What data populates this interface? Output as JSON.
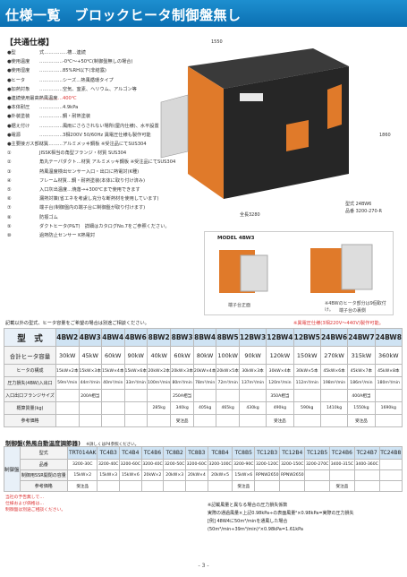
{
  "header": {
    "title": "仕様一覧　ブロックヒータ制御盤無し"
  },
  "specs": {
    "heading": "【共通仕様】",
    "items": [
      {
        "label": "●型",
        "value": "式……………槽…連続",
        "red": false
      },
      {
        "label": "●使用温度",
        "value": "……………-0℃～+50℃(制御盤無しの場合)",
        "red": false
      },
      {
        "label": "●使用湿度",
        "value": "……………85%RH以下(非結露)",
        "red": false
      },
      {
        "label": "●ヒータ",
        "value": "……………シーズ…熱風循環タイプ",
        "red": false
      },
      {
        "label": "●加熱対象",
        "value": "……………空気、窒素、ヘリウム、アルゴン等",
        "red": false
      },
      {
        "label": "●連続使用最高熱風温度",
        "value": "……………400℃",
        "red": true
      },
      {
        "label": "●本体耐圧",
        "value": "……………4.9kPa",
        "red": false
      },
      {
        "label": "●外装塗装",
        "value": "……………鋼・耐熱塗装",
        "red": false
      },
      {
        "label": "●据え付け",
        "value": "……………風雨にさらされない場所(屋内仕様)、水平設置",
        "red": false
      },
      {
        "label": "●電源",
        "value": "……………3相200V 50/60Hz 異電圧仕様も製作可能",
        "red": false
      },
      {
        "label": "●主要接ガス部材質",
        "value": "……………アルミメッキ鋼板 ※受注品にてSUS304",
        "red": false
      },
      {
        "label": "①",
        "value": "JISSK相当の角型フランジ・材質 SUS304",
        "red": false
      },
      {
        "label": "②",
        "value": "角丸テーパダクト…材質 アルミメッキ鋼板 ※受注品にてSUS304",
        "red": false
      },
      {
        "label": "③",
        "value": "熱風温度検出センサー入口・出口に熱電対(K種)",
        "red": false
      },
      {
        "label": "④",
        "value": "フレーム材質…鋼・耐熱塗装(本体に取り付け済み)",
        "red": false
      },
      {
        "label": "⑤",
        "value": "入口灰出温度…焼落→+300℃まで使用できます",
        "red": false
      },
      {
        "label": "⑥",
        "value": "漏熱対策(省エネを考慮し充分な断熱材を使用しています)",
        "red": false
      },
      {
        "label": "⑦",
        "value": "端子台(制御盤内の端子台に制御盤が取り付けます)",
        "red": false
      },
      {
        "label": "⑧",
        "value": "防振ゴム",
        "red": false
      },
      {
        "label": "⑨",
        "value": "ダクトヒータ(P&T)　詳細はカタログNo.7をご参照ください。",
        "red": false
      },
      {
        "label": "⑩",
        "value": "過熱防止センサー K熱電対",
        "red": false
      }
    ]
  },
  "drawing": {
    "dim_top": "1550",
    "dim_side": "1860",
    "dim_bottom": "全長3280",
    "model_label": "型式 24BW6",
    "product_no": "品番 3200-270-R",
    "sub_model": "MODEL 4BW3",
    "cap_left": "端子台正面",
    "cap_right": "端子台の裏側",
    "cap_note": "※4BWのヒータ部分は9個取付け。"
  },
  "table_notes": {
    "left": "記載以外の型式、ヒータ容量をご希望の場合は別途ご相談ください。",
    "right": "※異電圧仕様(3相220V～440V)製作可能。"
  },
  "main_table": {
    "title": "型　式",
    "models": [
      "4BW2",
      "4BW3",
      "4BW4",
      "4BW6",
      "8BW2",
      "8BW3",
      "8BW4",
      "8BW5",
      "12BW3",
      "12BW4",
      "12BW5",
      "24BW6",
      "24BW7",
      "24BW8"
    ],
    "rows": [
      {
        "label": "合計ヒータ容量",
        "cells": [
          "30kW",
          "45kW",
          "60kW",
          "90kW",
          "40kW",
          "60kW",
          "80kW",
          "100kW",
          "90kW",
          "120kW",
          "150kW",
          "270kW",
          "315kW",
          "360kW"
        ]
      },
      {
        "label": "ヒータの構成",
        "cells": [
          "15kW×2本",
          "15kW×3本",
          "15kW×4本",
          "15kW×6本",
          "20kW×2本",
          "20kW×3本",
          "20kW×4本",
          "20kW×5本",
          "30kW×3本",
          "30kW×4本",
          "30kW×5本",
          "45kW×6本",
          "45kW×7本",
          "45kW×8本"
        ]
      },
      {
        "label": "圧力損失(4BW)入出口",
        "cells": [
          "59m³/min",
          "44m³/min",
          "40m³/min",
          "33m³/min",
          "100m³/min",
          "80m³/min",
          "78m³/min",
          "72m³/min",
          "137m³/min",
          "120m³/min",
          "112m³/min",
          "198m³/min",
          "186m³/min",
          "180m³/min"
        ]
      },
      {
        "label": "入口出口フランジサイズ",
        "cells": [
          "",
          "200A相当",
          "",
          "",
          "",
          "250A相当",
          "",
          "",
          "",
          "350A相当",
          "",
          "",
          "400A相当",
          ""
        ]
      },
      {
        "label": "概算質量(kg)",
        "cells": [
          "",
          "",
          "",
          "",
          "285kg",
          "340kg",
          "405kg",
          "465kg",
          "430kg",
          "490kg",
          "590kg",
          "1410kg",
          "1550kg",
          "1690kg"
        ]
      },
      {
        "label": "参考価格",
        "cells": [
          "",
          "",
          "",
          "",
          "",
          "受注品",
          "",
          "",
          "",
          "受注品",
          "",
          "",
          "受注品",
          ""
        ]
      }
    ]
  },
  "ctrl": {
    "heading": "制御盤(熱風自動温度調節器)",
    "note": "※詳しくはP4参照ください。",
    "side_label": "制御盤",
    "models": [
      "TRT014AK",
      "TC4B3",
      "TC4B4",
      "TC4B6",
      "TC8B2",
      "TC8B3",
      "TC8B4",
      "TC8B5",
      "TC12B3",
      "TC12B4",
      "TC12B5",
      "TC24B6",
      "TC24B7",
      "TC24B8"
    ],
    "row1_label": "品番",
    "row1": [
      "3200-30C",
      "3200-40C",
      "3200-60C",
      "3200-40C",
      "3200-50C",
      "3200-60C",
      "3200-100C",
      "3200-90C",
      "3200-120C",
      "3200-150C",
      "3200-270C",
      "3400-315C",
      "3400-360C"
    ],
    "row2_label": "制御用SSR開閉の容量",
    "row2": [
      "15kW×2",
      "15kW×3",
      "15kW×6",
      "20kW×2",
      "20kW×3",
      "20kW×4",
      "20kW×5",
      "15kW×6",
      "RPNW2650",
      "RPNW2650",
      "",
      "",
      ""
    ],
    "row3_label": "参考価格",
    "row3": [
      "受注品",
      "",
      "",
      "",
      "",
      "",
      "",
      "受注品",
      "",
      "",
      "",
      "受注品",
      "",
      ""
    ]
  },
  "footer": {
    "notes": [
      "当社の予告無しで…",
      "仕様および価格は…",
      "制御盤は別途ご相談ください。"
    ],
    "right": [
      "※記載風量と異なる場合の圧力損失係数",
      "実際の通過風量×上記0.98kPa÷の表面風量²×0.98kPa=実際の圧力損失",
      "[例] 48W4に50m³/minを通風した場合",
      "(50m³/min÷39m³/min)²×0.98kPa=1.61kPa"
    ],
    "page": "- 3 -"
  }
}
